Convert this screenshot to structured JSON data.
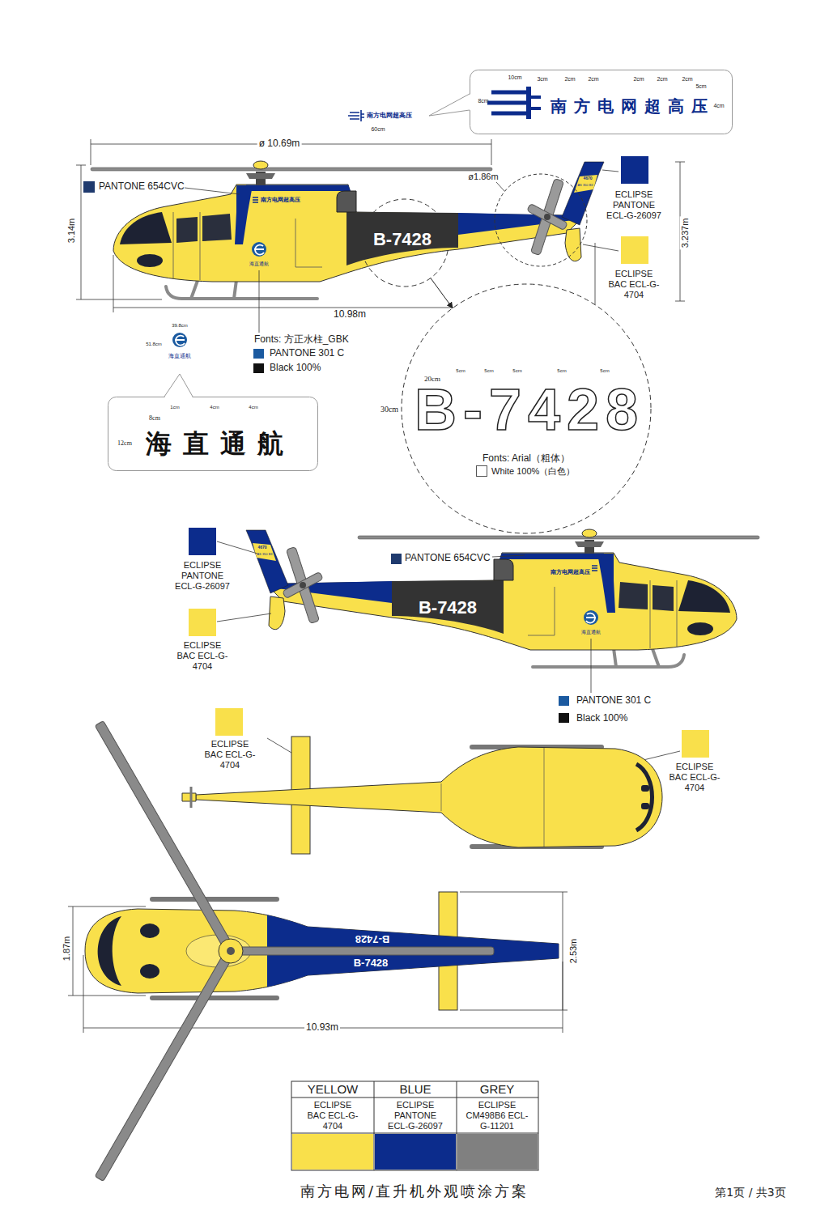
{
  "diagram": {
    "caption": "南方电网/直升机外观喷涂方案",
    "nodes": [
      {
        "text": [
          "南方电网超高压"
        ]
      },
      {
        "text": [
          "B-7428"
        ]
      },
      {
        "text": [
          "B-7428",
          "Fonts: Arial（粗体）"
        ]
      },
      {
        "text": [
          "海直通航"
        ]
      }
    ],
    "edges": [
      {
        "from": 1,
        "to": 2,
        "arrow": "to"
      }
    ],
    "labels": [
      "南方电网超高压",
      "60cm",
      "10cm",
      "3cm",
      "2cm",
      "2cm",
      "2cm",
      "2cm",
      "2cm",
      "5cm",
      "8cm",
      "4cm",
      "ø 10.69m",
      "3.14m",
      "ø1.86m",
      "3.237m",
      "南方电网超高压",
      "4670",
      "AS 350 B3",
      "海直通航",
      "10.98m",
      "39.8cm",
      "51.8cm",
      "海直通航",
      "Fonts: 方正水柱_GBK",
      "1cm",
      "4cm",
      "4cm",
      "8cm",
      "12cm",
      "20cm",
      "5cm",
      "5cm",
      "5cm",
      "5cm",
      "5cm",
      "30cm",
      "4670",
      "AS 350 B3",
      "南方电网超高压",
      "B-7428",
      "海直通航",
      "1.87m",
      "B-7428",
      "B-7428",
      "2.53m",
      "10.93m",
      "YELLOW",
      "BLUE",
      "GREY",
      "第1页 / 共3页"
    ],
    "legend": [
      {
        "text": "PANTONE 654CVC",
        "color": "#1f3a6e"
      },
      {
        "text": "ECLIPSE PANTONE ECL-G-26097",
        "color": "#0c2c8c"
      },
      {
        "text": "ECLIPSE BAC ECL-G-4704",
        "color": "#f9e04b"
      },
      {
        "text": "PANTONE 301 C",
        "color": "#1b5aa0"
      },
      {
        "text": "Black 100%",
        "color": "#111111"
      },
      {
        "text": "White 100%（白色）",
        "color": "#ffffff"
      },
      {
        "text": "ECLIPSE PANTONE ECL-G-26097",
        "color": "#0c2c8c"
      },
      {
        "text": "ECLIPSE BAC ECL-G-4704",
        "color": "#f9e04b"
      },
      {
        "text": "PANTONE 654CVC",
        "color": "#1f3a6e"
      },
      {
        "text": "PANTONE 301 C",
        "color": "#1b5aa0"
      },
      {
        "text": "Black 100%",
        "color": "#111111"
      },
      {
        "text": "ECLIPSE BAC ECL-G-4704",
        "color": "#f9e04b"
      },
      {
        "text": "ECLIPSE BAC ECL-G-4704",
        "color": "#f9e04b"
      },
      {
        "text": "ECLIPSE BAC ECL-G-4704",
        "color": "#f9e04b"
      },
      {
        "text": "ECLIPSE PANTONE ECL-G-26097",
        "color": "#0c2c8c"
      },
      {
        "text": "ECLIPSE CM498B6 ECL-G-11201",
        "color": "#808080"
      }
    ]
  }
}
